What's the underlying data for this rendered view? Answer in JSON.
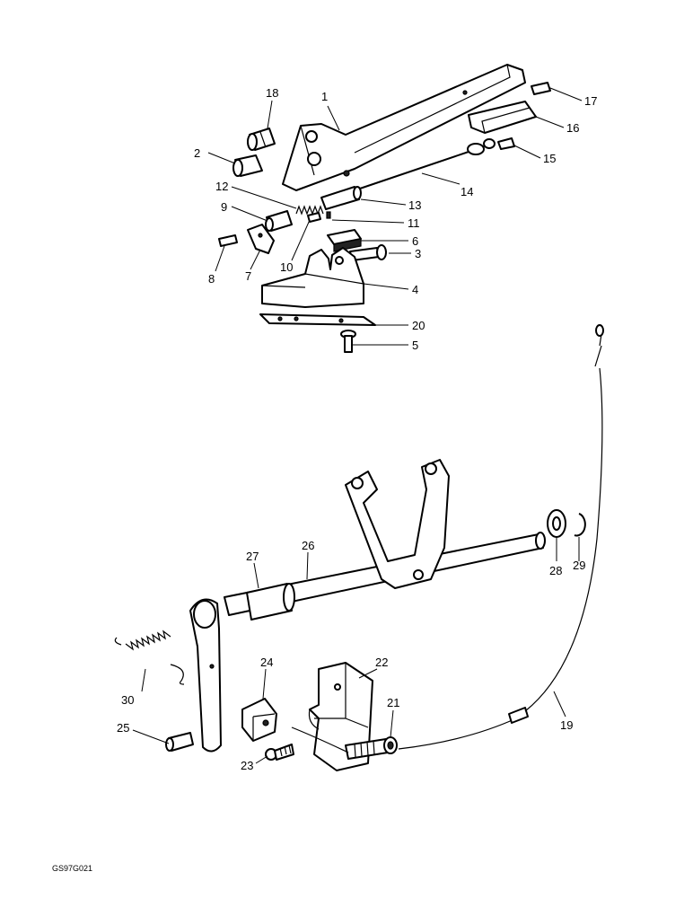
{
  "drawing_code": "GS97G021",
  "callouts": [
    "1",
    "2",
    "3",
    "4",
    "5",
    "6",
    "7",
    "8",
    "9",
    "10",
    "11",
    "12",
    "13",
    "14",
    "15",
    "16",
    "17",
    "18",
    "19",
    "20",
    "21",
    "22",
    "23",
    "24",
    "25",
    "26",
    "27",
    "28",
    "29",
    "30"
  ]
}
